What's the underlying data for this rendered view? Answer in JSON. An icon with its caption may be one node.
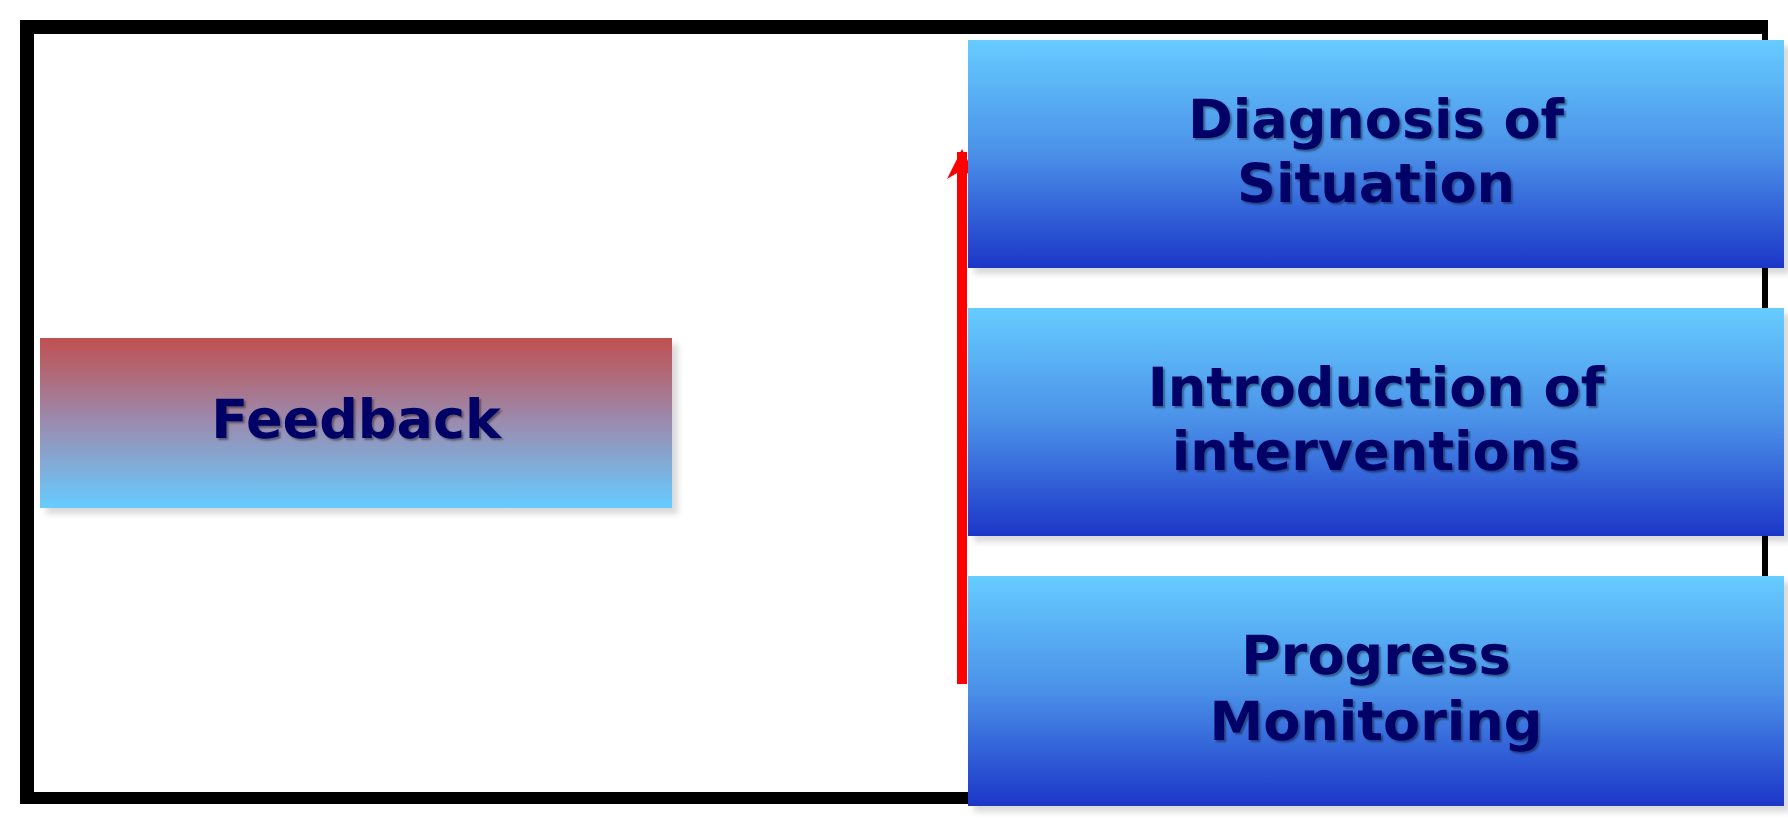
{
  "diagram": {
    "nodes": [
      {
        "text": [
          "Feedback"
        ]
      },
      {
        "text": [
          "Diagnosis of Situation"
        ]
      },
      {
        "text": [
          "Introduction of interventions"
        ]
      },
      {
        "text": [
          "Progress Monitoring"
        ]
      }
    ],
    "edges": [
      {
        "from": 3,
        "to": 1,
        "arrow": "to",
        "color": "#ff0000"
      }
    ]
  }
}
